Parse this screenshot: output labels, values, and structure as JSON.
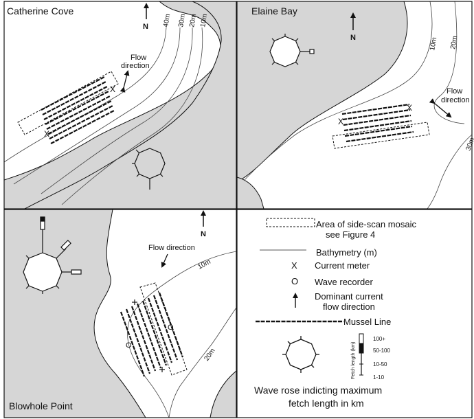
{
  "panels": {
    "catherine": {
      "title": "Catherine Cove",
      "north": "N",
      "flow_1": "Flow",
      "flow_2": "direction",
      "depths": [
        "40m",
        "30m",
        "20m",
        "10m"
      ],
      "meter": "X"
    },
    "elaine": {
      "title": "Elaine Bay",
      "north": "N",
      "flow_1": "Flow",
      "flow_2": "direction",
      "depths": [
        "10m",
        "20m",
        "30m"
      ],
      "meter": "X"
    },
    "blowhole": {
      "title": "Blowhole Point",
      "north": "N",
      "flow": "Flow direction",
      "depths": [
        "10m",
        "20m"
      ],
      "recorder": "O"
    }
  },
  "legend": {
    "mosaic_1": "Area of side-scan mosaic",
    "mosaic_2": "see Figure 4",
    "bathymetry": "Bathymetry (m)",
    "current_symbol": "X",
    "current": "Current meter",
    "wave_symbol": "O",
    "wave": "Wave recorder",
    "flow_1": "Dominant current",
    "flow_2": "flow direction",
    "mussel": "Mussel Line",
    "fetch_axis": "Fetch length (km)",
    "fetch_classes": [
      "100+",
      "50-100",
      "10-50",
      "1-10"
    ],
    "rose_1": "Wave rose indicting maximum",
    "rose_2": "fetch length in km"
  },
  "colors": {
    "land": "#d6d6d6",
    "water": "#ffffff",
    "ink": "#111111"
  }
}
